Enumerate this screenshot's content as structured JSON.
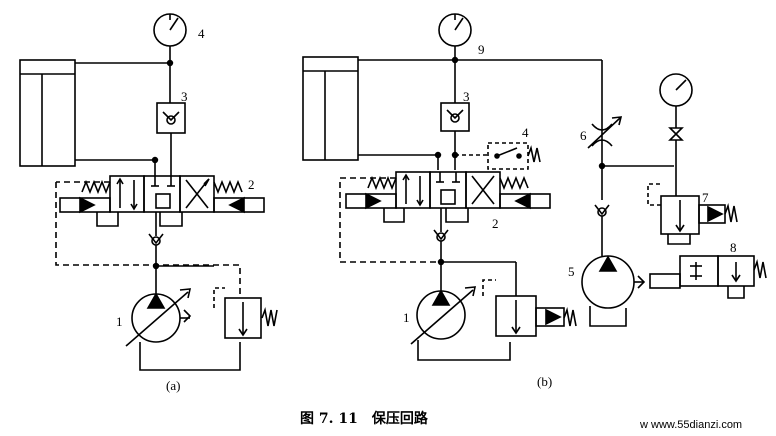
{
  "diagram": {
    "labels_a": {
      "gauge": "4",
      "check_valve": "3",
      "directional_valve": "2",
      "pump": "1",
      "sub": "(a)"
    },
    "labels_b": {
      "gauge_junction": "9",
      "check_valve": "3",
      "pressure_switch": "4",
      "directional_valve": "2",
      "throttle": "6",
      "pump_main": "1",
      "pump_aux": "5",
      "relief_valve": "7",
      "unload_valve": "8",
      "sub": "(b)"
    },
    "caption": "图 7. 11　保压回路",
    "watermark": "w  www.55dianzi.com"
  }
}
